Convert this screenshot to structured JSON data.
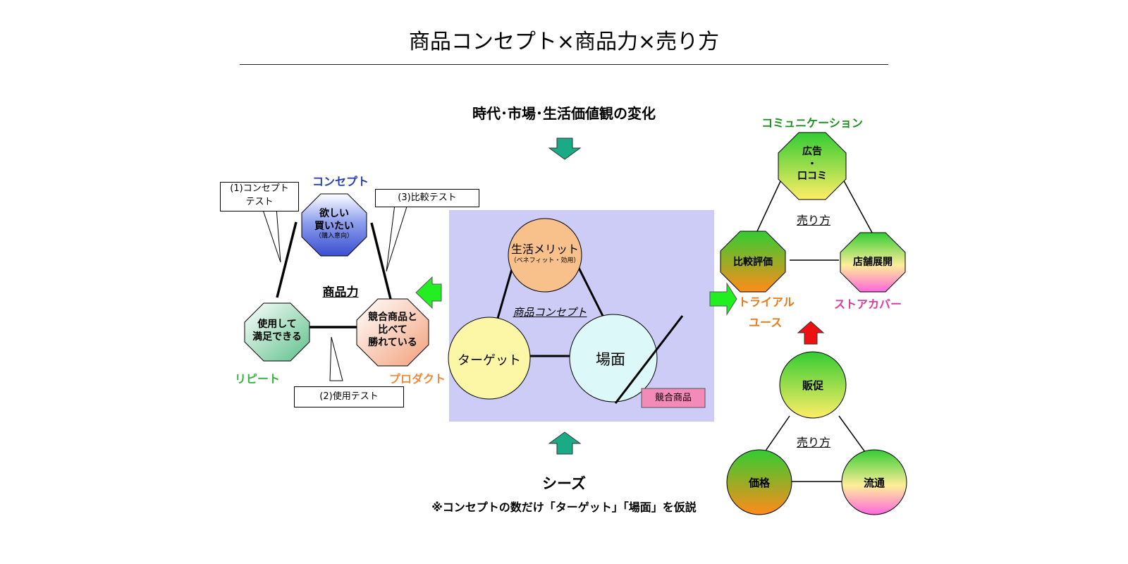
{
  "title": "商品コンセプト×商品力×売り方",
  "top_label": "時代･市場･生活価値観の変化",
  "bottom_label": "シーズ",
  "footnote": "※コンセプトの数だけ「ターゲット」「場面」を仮説",
  "left": {
    "concept_label": "コンセプト",
    "concept_node": {
      "line1": "欲しい",
      "line2": "買いたい",
      "sub": "（購入意向）"
    },
    "use_node": {
      "line1": "使用して",
      "line2": "満足できる"
    },
    "compare_node": {
      "line1": "競合商品と",
      "line2": "比べて",
      "line3": "勝れている"
    },
    "center_label": "商品力",
    "repeat_label": "リピート",
    "product_label": "プロダクト",
    "callout1": {
      "line1": "(1)コンセプト",
      "line2": "テスト"
    },
    "callout2": "(2)使用テスト",
    "callout3": "(3)比較テスト"
  },
  "center": {
    "benefit_node": {
      "line1": "生活メリット",
      "line2": "（ベネフィット・効用）"
    },
    "target_node": "ターゲット",
    "scene_node": "場面",
    "center_label": "商品コンセプト",
    "competitor_tag": "競合商品"
  },
  "right_top": {
    "comm_label": "コミュニケーション",
    "ad_node": {
      "line1": "広告",
      "line2": "・",
      "line3": "口コミ"
    },
    "center_label": "売り方",
    "compare_node": "比較評価",
    "store_node": "店舗展開",
    "trial_label": "トライアル",
    "use_label": "ユース",
    "store_cover_label": "ストアカバー"
  },
  "right_bottom": {
    "promo_node": "販促",
    "center_label": "売り方",
    "price_node": "価格",
    "dist_node": "流通"
  },
  "colors": {
    "concept_blue": "#2a3fb0",
    "repeat_green": "#33b43c",
    "product_orange": "#f08a3c",
    "comm_green": "#1f8f1f",
    "trial_orange": "#e87a1a",
    "store_pink": "#e03aa0",
    "panel_lavender": "#ccccf6",
    "arrow_teal": "#1aaa86",
    "arrow_green": "#22ee22",
    "arrow_red": "#ee1111",
    "tag_pink": "#f28bb8"
  }
}
